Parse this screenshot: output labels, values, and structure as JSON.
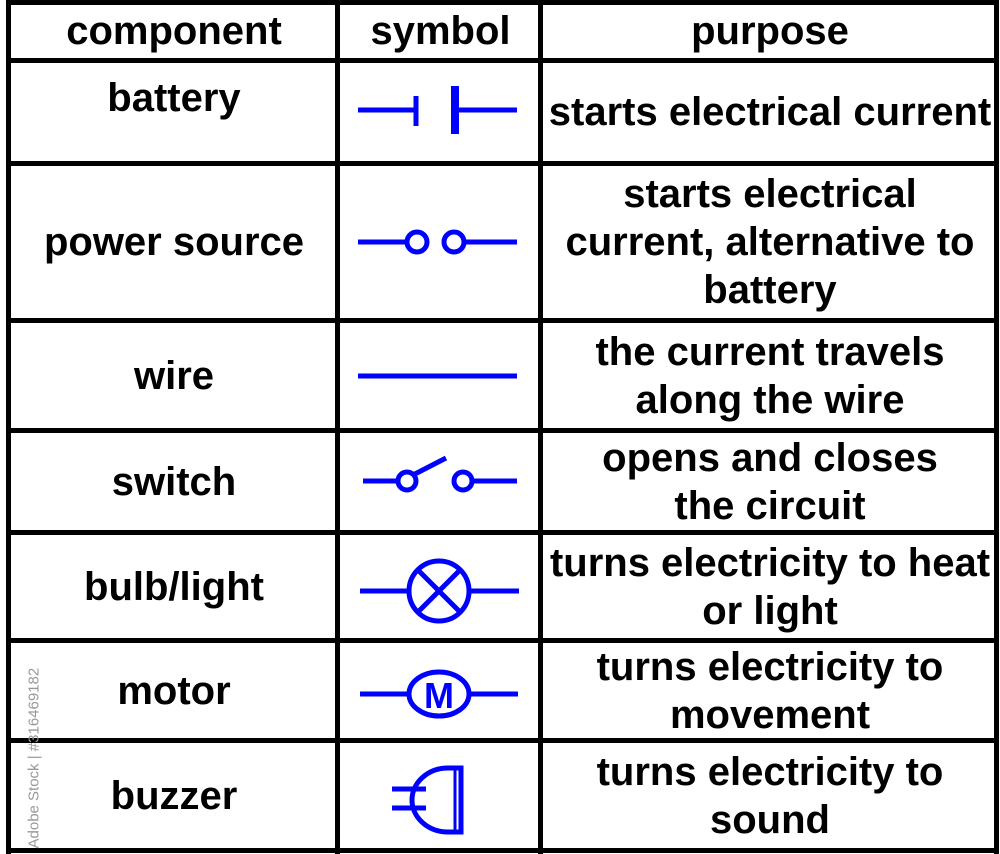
{
  "header": {
    "component": "component",
    "symbol": "symbol",
    "purpose": "purpose"
  },
  "rows": [
    {
      "component": "battery",
      "symbol_icon": "battery-symbol",
      "purpose": "starts electrical current"
    },
    {
      "component": "power source",
      "symbol_icon": "power-source-symbol",
      "purpose": "starts electrical current, alternative to battery"
    },
    {
      "component": "wire",
      "symbol_icon": "wire-symbol",
      "purpose": "the current travels along the wire"
    },
    {
      "component": "switch",
      "symbol_icon": "switch-symbol",
      "purpose": "opens and closes the circuit"
    },
    {
      "component": "bulb/light",
      "symbol_icon": "bulb-symbol",
      "purpose": "turns electricity to heat or light"
    },
    {
      "component": "motor",
      "symbol_icon": "motor-symbol",
      "motor_letter": "M",
      "purpose": "turns electricity to movement"
    },
    {
      "component": "buzzer",
      "symbol_icon": "buzzer-symbol",
      "purpose": "turns electricity to sound"
    }
  ],
  "colors": {
    "symbol": "#0000ff",
    "border": "#000000"
  },
  "watermark": "Adobe Stock | #316469182"
}
